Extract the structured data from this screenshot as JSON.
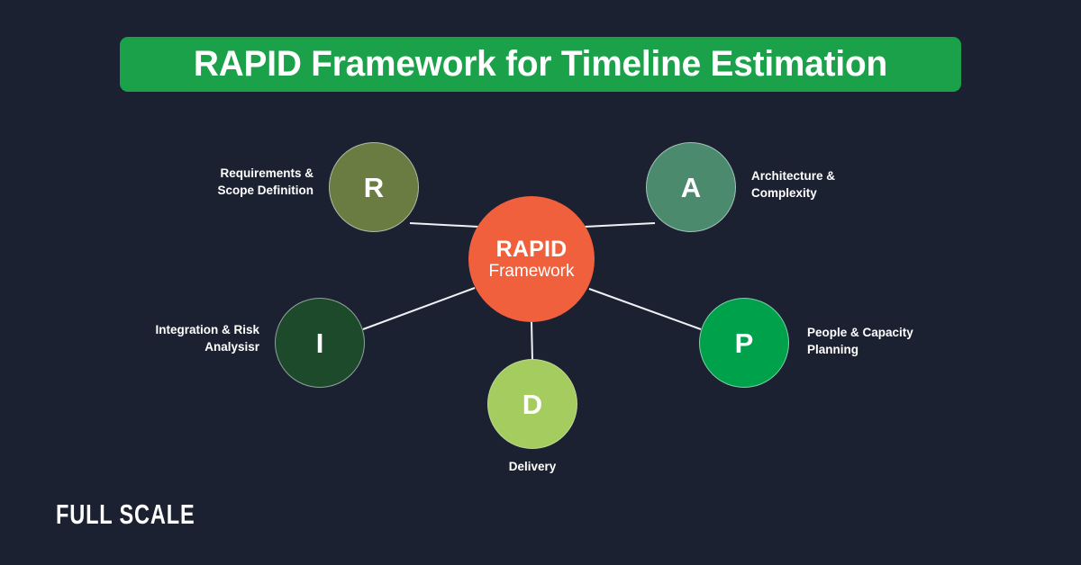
{
  "canvas": {
    "background_color": "#1b2130",
    "connector_color": "#eef2f7"
  },
  "header": {
    "title": "RAPID Framework for Timeline Estimation",
    "banner_color": "#1ba14a",
    "title_color": "#ffffff"
  },
  "diagram": {
    "type": "hub-and-spoke",
    "center": {
      "letter": "RAPID",
      "primary": "RAPID",
      "secondary": "Framework",
      "color": "#f0603c"
    },
    "nodes": [
      {
        "key": "r",
        "letter": "R",
        "label": "Requirements &\nScope Definition",
        "color": "#6b7c43",
        "label_side": "left"
      },
      {
        "key": "a",
        "letter": "A",
        "label": "Architecture &\nComplexity",
        "color": "#4c8a6e",
        "label_side": "right"
      },
      {
        "key": "i",
        "letter": "I",
        "label": "Integration & Risk\nAnalysisr",
        "color": "#1e4a2c",
        "label_side": "left"
      },
      {
        "key": "p",
        "letter": "P",
        "label": "People & Capacity\nPlanning",
        "color": "#00a14b",
        "label_side": "right"
      },
      {
        "key": "d",
        "letter": "D",
        "label": "Delivery",
        "color": "#a5cc5f",
        "label_side": "bottom"
      }
    ]
  },
  "footer": {
    "logo_text": "FULL SCALE"
  }
}
